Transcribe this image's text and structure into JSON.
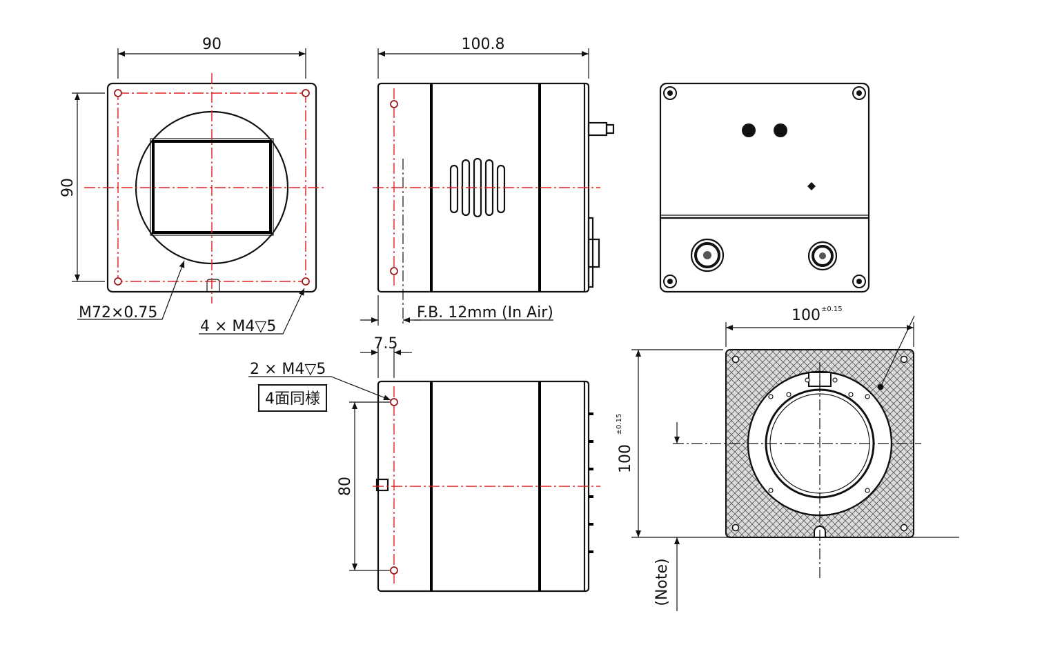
{
  "front_view": {
    "width_dim": "90",
    "height_dim": "90",
    "mount_thread": "M72×0.75",
    "screw_holes": "4 × M4▽5"
  },
  "side_view": {
    "length_dim": "100.8",
    "flange_back": "F.B. 12mm (In Air)"
  },
  "bottom_view": {
    "offset_dim": "7.5",
    "screw_holes": "2 × M4▽5",
    "same_note": "4面同様",
    "height_dim": "80"
  },
  "mount_view": {
    "width_dim": "100",
    "width_tol": "±0.15",
    "height_dim": "100",
    "height_tol": "±0.15",
    "note": "(Note)"
  }
}
